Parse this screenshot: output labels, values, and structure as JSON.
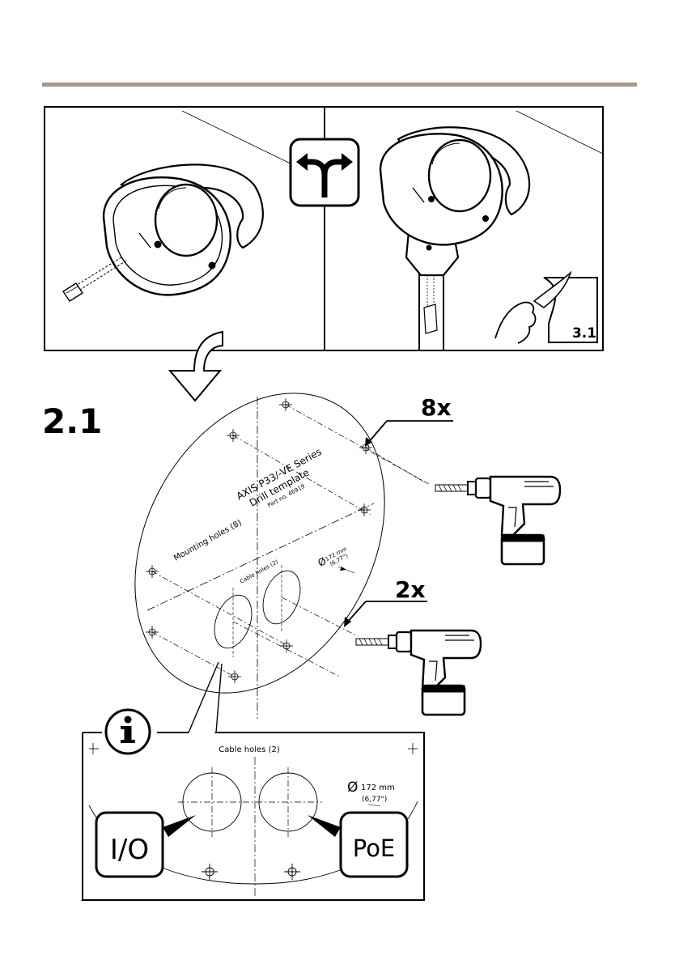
{
  "header": {
    "rule_color": "#a8998c"
  },
  "top_panel": {
    "choice_icon": "split-arrow-icon",
    "step_ref": "3.1"
  },
  "flow_icon": "down-arrow-icon",
  "step": {
    "number": "2.1",
    "drill_count_mounting": "8x",
    "drill_count_cable": "2x"
  },
  "template": {
    "title_line1": "AXIS P33/-VE Series",
    "title_line2": "Drill template",
    "part_no": "Part no. 46919",
    "mounting_holes": "Mounting holes (8)",
    "cable_holes": "Cable holes (2)",
    "diameter": "172 mm",
    "diameter_in": "(6,77\")"
  },
  "detail": {
    "info_icon": "info-icon",
    "cable_holes": "Cable holes (2)",
    "diameter": "172 mm",
    "diameter_in": "(6,77\")",
    "label_io": "I/O",
    "label_poe": "PoE"
  }
}
